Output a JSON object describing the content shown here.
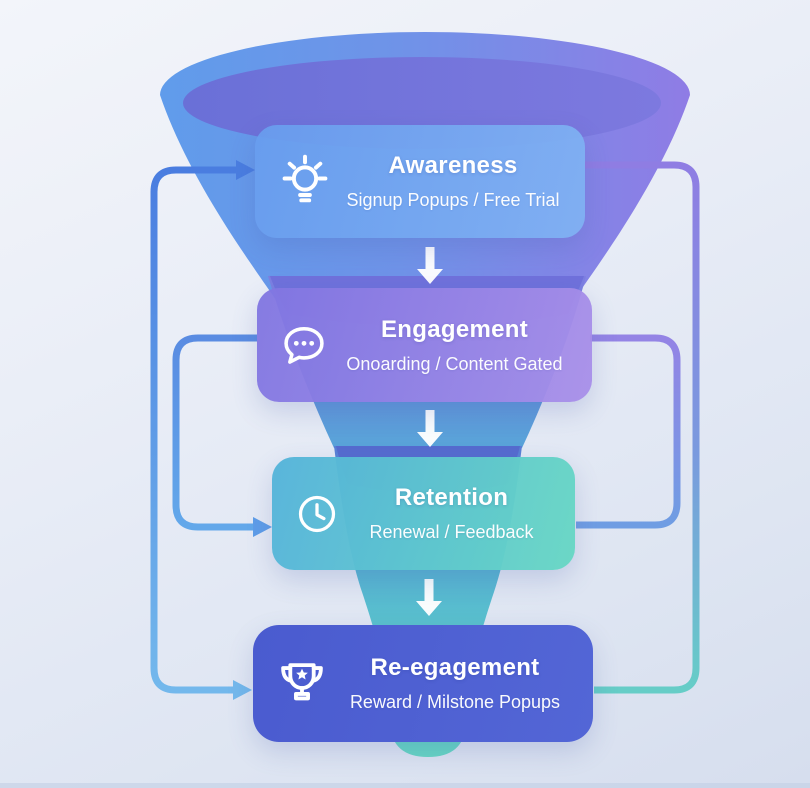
{
  "figure": {
    "kind": "customer-lifecycle-funnel-diagram"
  },
  "stages": [
    {
      "id": "awareness",
      "title": "Awareness",
      "subtitle": "Signup Popups / Free Trial",
      "icon": "lightbulb-icon",
      "colors": [
        "rgba(104,157,238,0.93)",
        "rgba(128,178,243,0.93)"
      ]
    },
    {
      "id": "engagement",
      "title": "Engagement",
      "subtitle": "Onoarding / Content Gated",
      "icon": "chat-bubble-icon",
      "colors": [
        "rgba(128,117,225,0.95)",
        "rgba(168,143,233,0.95)"
      ]
    },
    {
      "id": "retention",
      "title": "Retention",
      "subtitle": "Renewal / Feedback",
      "icon": "clock-icon",
      "colors": [
        "rgba(84,179,218,0.96)",
        "rgba(103,215,196,0.96)"
      ]
    },
    {
      "id": "re-engagement",
      "title": "Re-egagement",
      "subtitle": "Reward / Milstone Popups",
      "icon": "trophy-icon",
      "colors": [
        "#4a5bcf",
        "#5366d6"
      ]
    }
  ],
  "flow_arrows": {
    "count": 3,
    "color": "#ffffff"
  },
  "palette": {
    "funnel_blue": "#609ceb",
    "funnel_purple": "#8f7ce5",
    "funnel_mouth": "#6a70d7",
    "funnel_mouth_right": "#7d79df",
    "funnel_teal": "#66d6c3",
    "connector_blue": "#4a7de0",
    "connector_light_blue": "#73b8ec",
    "connector_mid_blue": "#63a8ea",
    "connector_purple": "#8f7de3",
    "connector_teal": "#66cdc7",
    "connector_lavender": "#9484e5",
    "connector_steel_blue": "#6f9de3"
  }
}
